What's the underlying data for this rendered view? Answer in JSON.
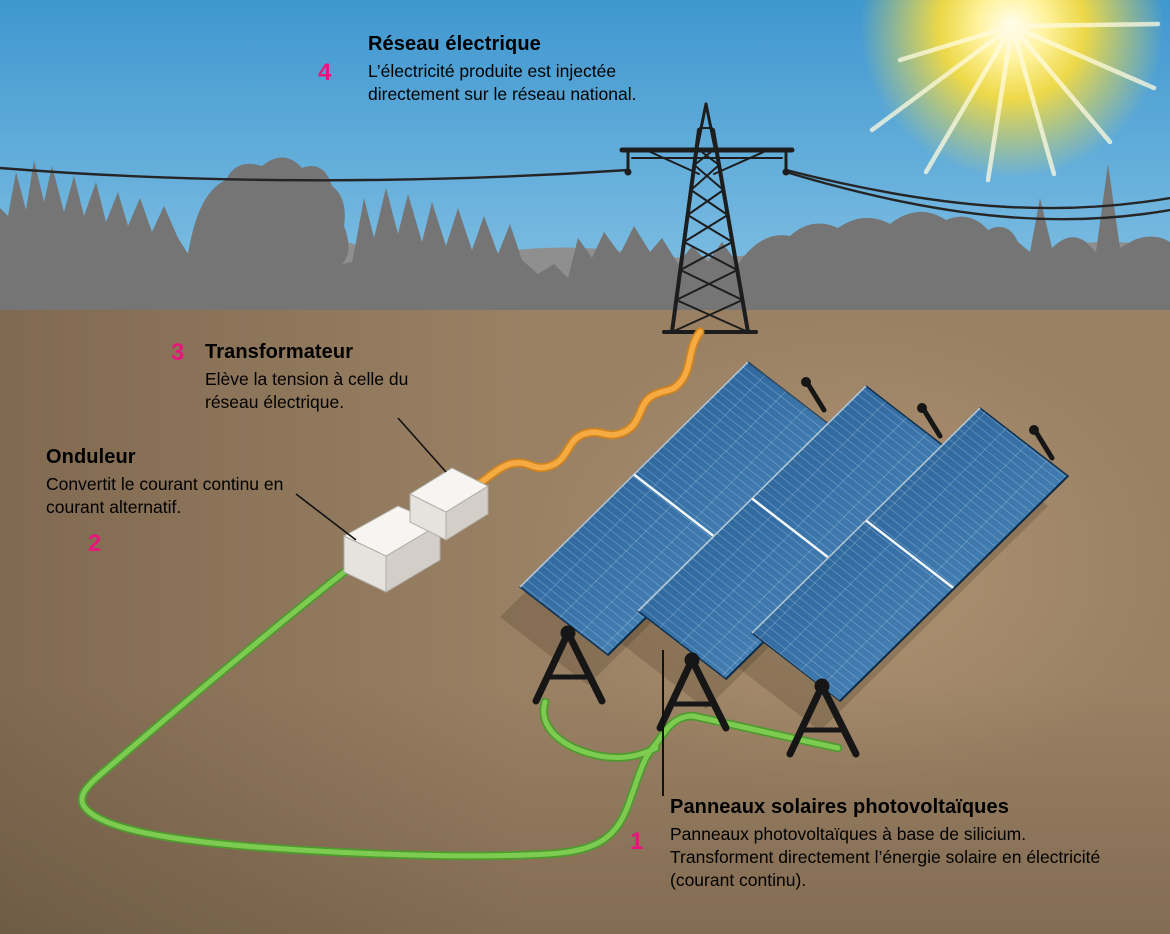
{
  "annotations": {
    "panneaux": {
      "number": "1",
      "title": "Panneaux solaires photovoltaïques",
      "description": "Panneaux photovoltaïques à base de silicium. Transforment directement l’énergie solaire en électricité (courant continu)."
    },
    "onduleur": {
      "number": "2",
      "title": "Onduleur",
      "description": "Convertit le courant continu en courant alternatif."
    },
    "transformateur": {
      "number": "3",
      "title": "Transformateur",
      "description": "Elève la tension à celle du réseau électrique."
    },
    "reseau": {
      "number": "4",
      "title": "Réseau électrique",
      "description": "L’électricité produite est injectée directement sur le réseau national."
    }
  },
  "colors": {
    "number_accent": "#e5177b",
    "dc_cable_green": "#6fc345",
    "ac_cable_orange": "#f2a235",
    "panel_blue": "#356fa5",
    "sky_blue": "#55a6d8",
    "ground_brown": "#9a8164",
    "tree_gray": "#757575",
    "sun_yellow": "#ffe24a"
  }
}
